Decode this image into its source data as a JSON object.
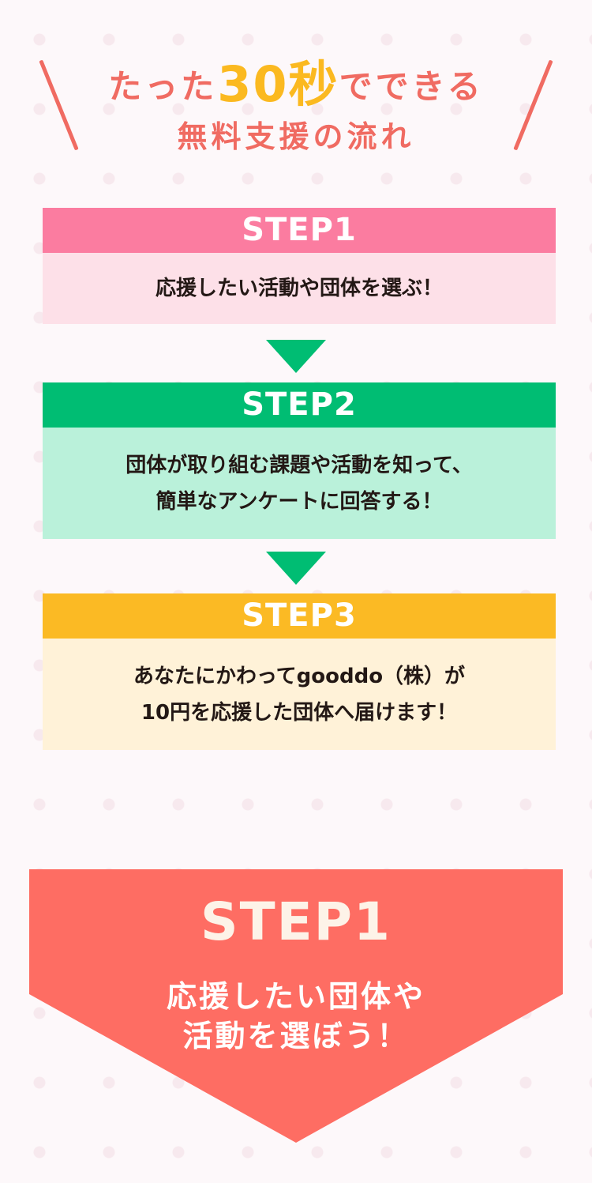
{
  "heading": {
    "line1_before": "たった",
    "line1_accent": "30秒",
    "line1_after": "でできる",
    "line2": "無料支援の流れ"
  },
  "steps": [
    {
      "label": "STEP1",
      "lines": [
        "応援したい活動や団体を選ぶ！"
      ],
      "color": "#fb7ca0",
      "bg": "#fde0e8"
    },
    {
      "label": "STEP2",
      "lines": [
        "団体が取り組む課題や活動を知って、",
        "簡単なアンケートに回答する！"
      ],
      "color": "#00bd73",
      "bg": "#baf1da"
    },
    {
      "label": "STEP3",
      "lines": [
        "あなたにかわってgooddo（株）が",
        "10円を応援した団体へ届けます！"
      ],
      "color": "#fbba24",
      "bg": "#fff2d8"
    }
  ],
  "banner": {
    "title": "STEP1",
    "lines": [
      "応援したい団体や",
      "活動を選ぼう！"
    ],
    "color": "#fe6d63"
  },
  "colors": {
    "accent": "#f06b62",
    "highlight": "#fbb920",
    "arrow": "#00bd73"
  }
}
